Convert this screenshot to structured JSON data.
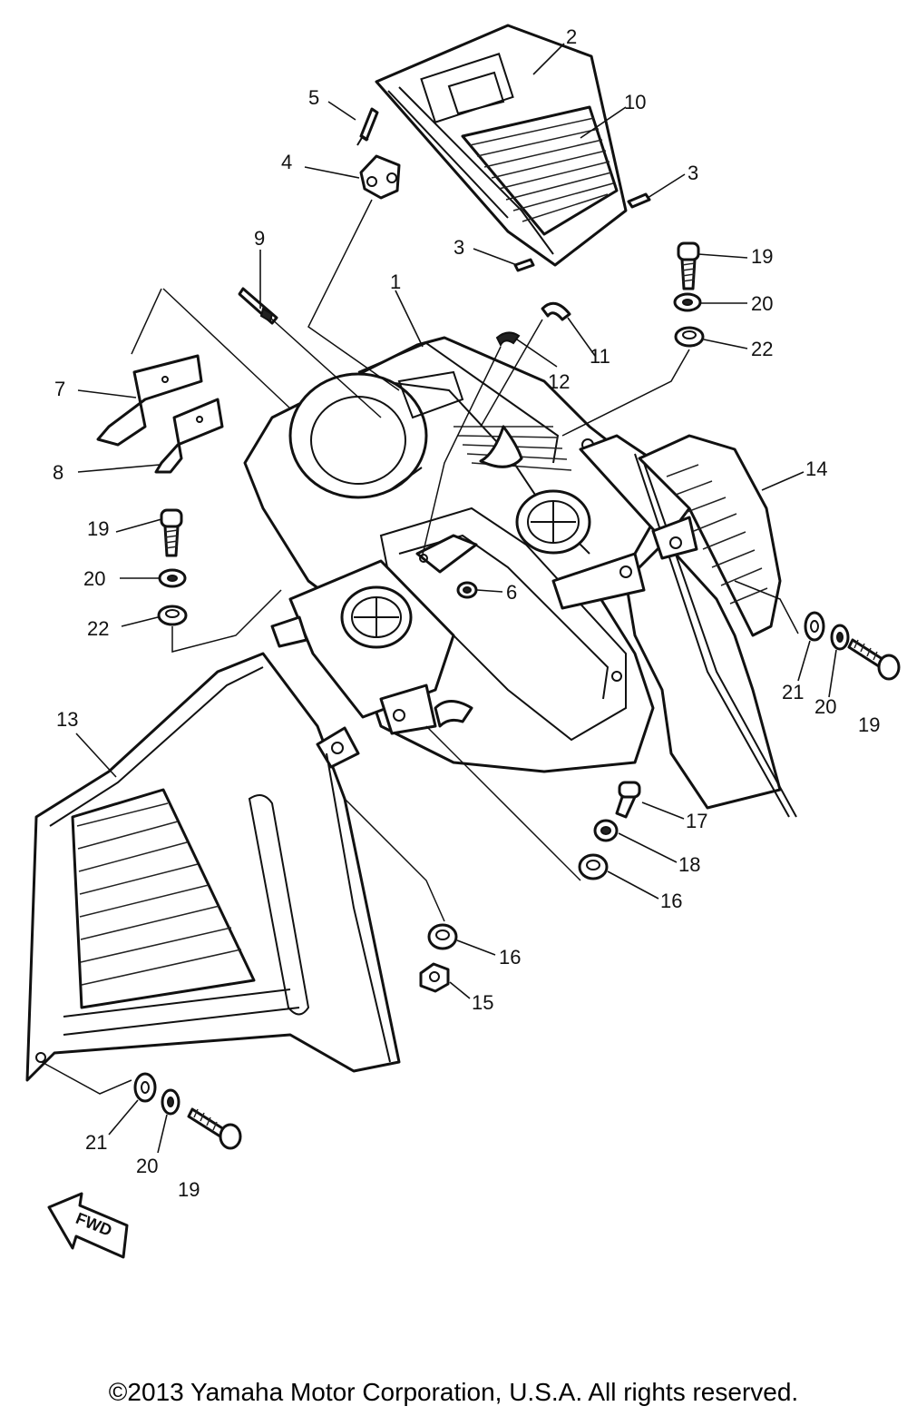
{
  "diagram": {
    "callouts": [
      {
        "id": "c2",
        "label": "2"
      },
      {
        "id": "c10",
        "label": "10"
      },
      {
        "id": "c5",
        "label": "5"
      },
      {
        "id": "c4",
        "label": "4"
      },
      {
        "id": "c3a",
        "label": "3"
      },
      {
        "id": "c3b",
        "label": "3"
      },
      {
        "id": "c9",
        "label": "9"
      },
      {
        "id": "c19a",
        "label": "19"
      },
      {
        "id": "c20a",
        "label": "20"
      },
      {
        "id": "c22a",
        "label": "22"
      },
      {
        "id": "c1",
        "label": "1"
      },
      {
        "id": "c11",
        "label": "11"
      },
      {
        "id": "c12",
        "label": "12"
      },
      {
        "id": "c7",
        "label": "7"
      },
      {
        "id": "c8",
        "label": "8"
      },
      {
        "id": "c14",
        "label": "14"
      },
      {
        "id": "c19b",
        "label": "19"
      },
      {
        "id": "c20b",
        "label": "20"
      },
      {
        "id": "c22b",
        "label": "22"
      },
      {
        "id": "c6",
        "label": "6"
      },
      {
        "id": "c21a",
        "label": "21"
      },
      {
        "id": "c20c",
        "label": "20"
      },
      {
        "id": "c19c",
        "label": "19"
      },
      {
        "id": "c13",
        "label": "13"
      },
      {
        "id": "c17",
        "label": "17"
      },
      {
        "id": "c18",
        "label": "18"
      },
      {
        "id": "c16a",
        "label": "16"
      },
      {
        "id": "c16b",
        "label": "16"
      },
      {
        "id": "c15",
        "label": "15"
      },
      {
        "id": "c21b",
        "label": "21"
      },
      {
        "id": "c20d",
        "label": "20"
      },
      {
        "id": "c19d",
        "label": "19"
      }
    ],
    "fwd_label": "FWD"
  },
  "footer": {
    "copyright": "©2013 Yamaha Motor Corporation, U.S.A. All rights reserved."
  }
}
